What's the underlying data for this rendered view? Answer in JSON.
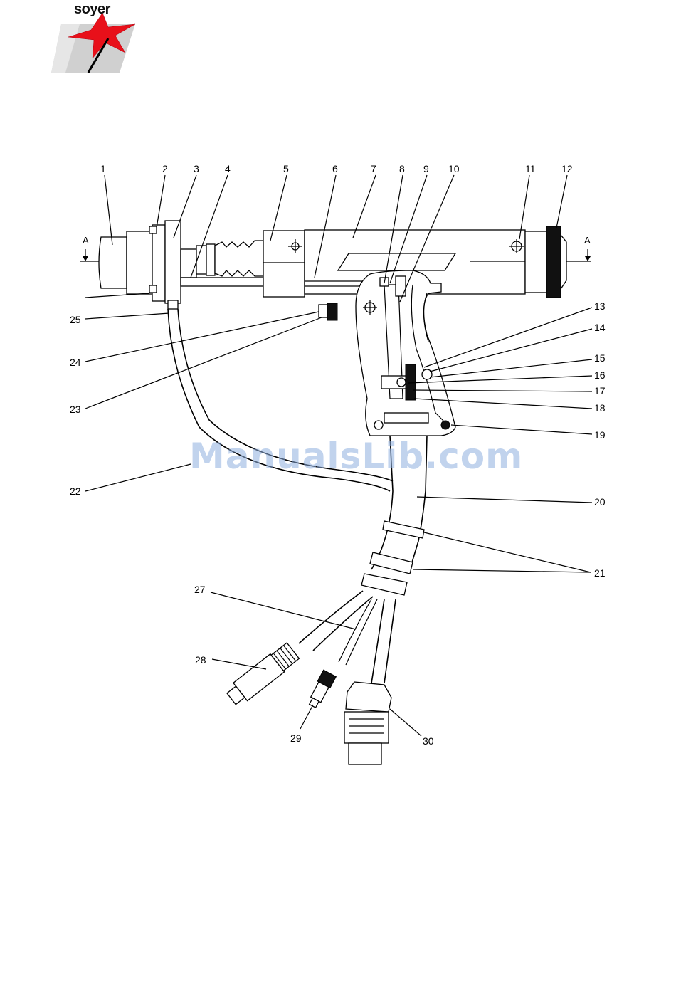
{
  "header": {
    "brand": "soyer"
  },
  "watermark": "ManualsLib.com",
  "section_marks": [
    "A",
    "A"
  ],
  "callouts": [
    "1",
    "2",
    "3",
    "4",
    "5",
    "6",
    "7",
    "8",
    "9",
    "10",
    "11",
    "12",
    "13",
    "14",
    "15",
    "16",
    "17",
    "18",
    "19",
    "20",
    "21",
    "22",
    "23",
    "24",
    "25",
    "27",
    "28",
    "29",
    "30"
  ],
  "colors": {
    "logo_star": "#e8101a",
    "logo_shadow": "#c8c8c8",
    "watermark": "#8fb0e0"
  }
}
